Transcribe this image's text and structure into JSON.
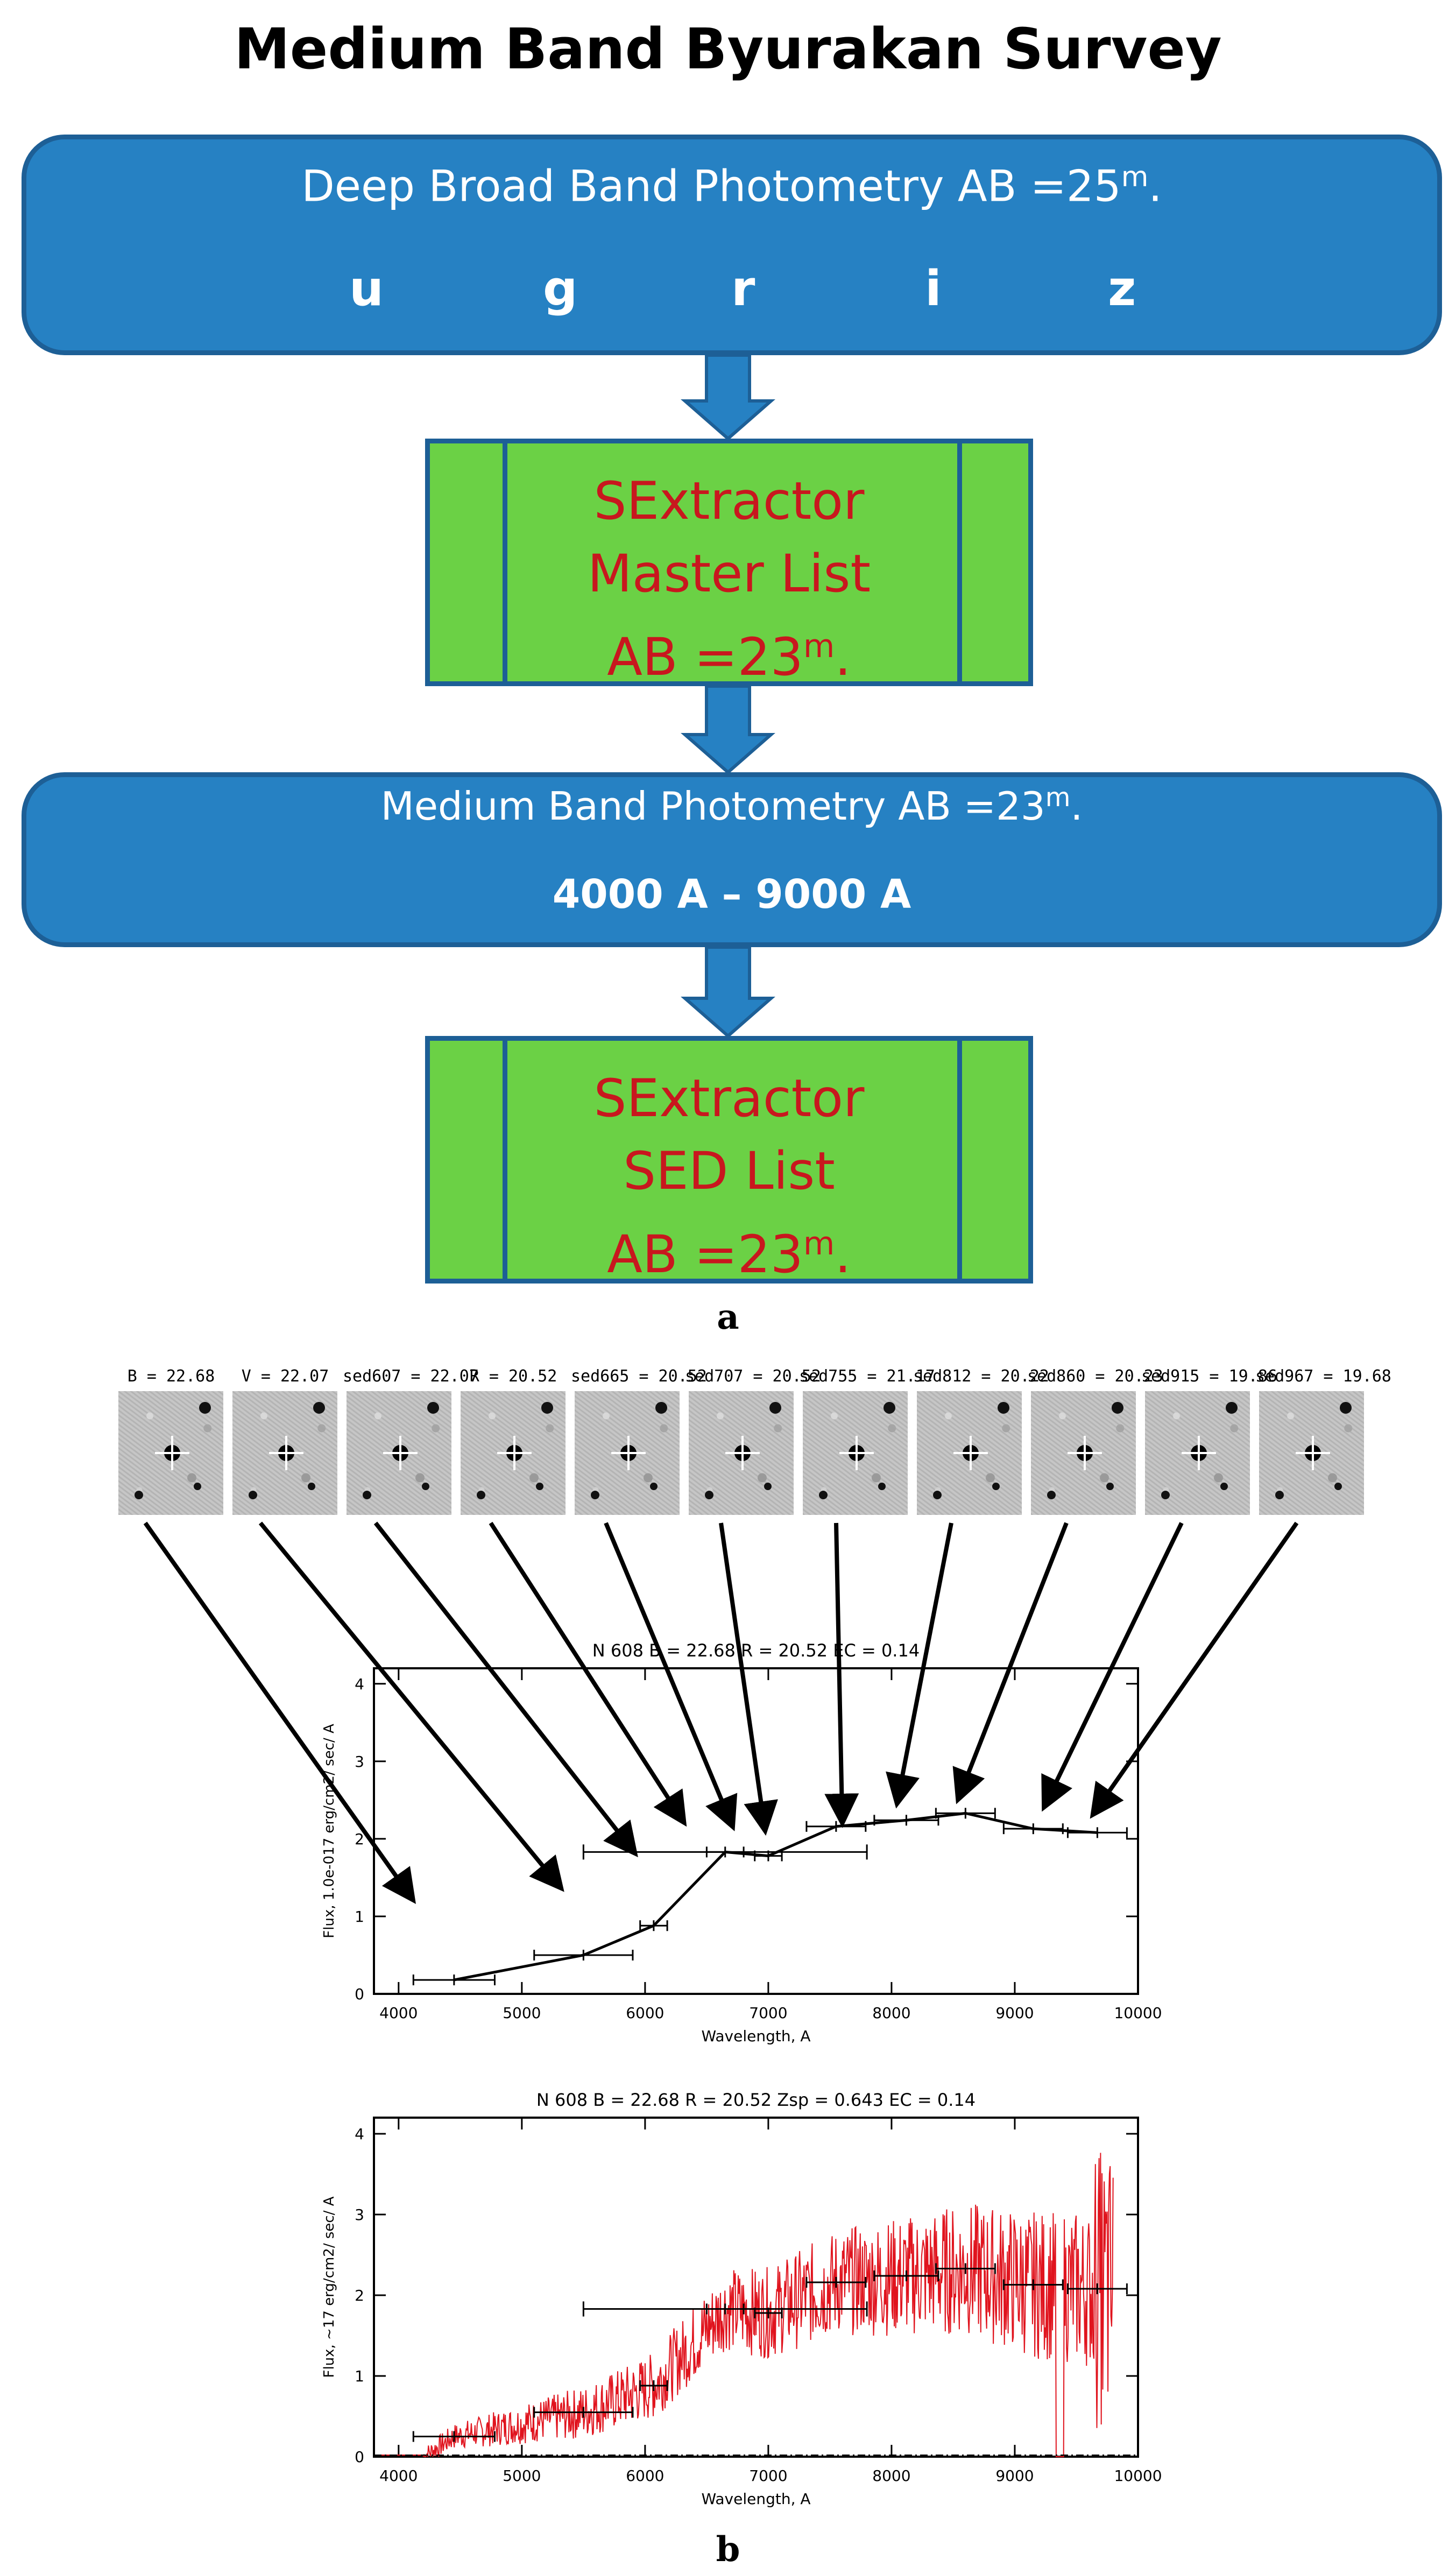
{
  "title": "Medium Band Byurakan Survey",
  "box1": {
    "text": "Deep Broad Band Photometry AB =25",
    "sup": "m",
    "end": ".",
    "bands": [
      "u",
      "g",
      "r",
      "i",
      "z"
    ]
  },
  "box2": {
    "line1": "SExtractor",
    "line2": "Master List",
    "line3": "AB =23",
    "sup": "m",
    "end": "."
  },
  "box3": {
    "text": "Medium Band Photometry AB =23",
    "sup": "m",
    "end": ".",
    "range": "4000 A – 9000 A"
  },
  "box4": {
    "line1": "SExtractor",
    "line2": "SED List",
    "line3": "AB =23",
    "sup": "m",
    "end": "."
  },
  "label_a": "a",
  "label_b": "b",
  "thumbnails": [
    "B = 22.68",
    "V = 22.07",
    "sed607 = 22.07",
    "R = 20.52",
    "sed665 = 20.52",
    "sed707 = 20.52",
    "sed755 = 21.17",
    "sed812 = 20.22",
    "sed860 = 20.23",
    "sed915 = 19.86",
    "sed967 = 19.68"
  ],
  "colors": {
    "box_blue": "#2681c3",
    "box_border": "#1d5f96",
    "box_green": "#6bd145",
    "green_text": "#c8171e",
    "spectrum": "#e0141e"
  },
  "chart_data": [
    {
      "type": "line",
      "title": "N 608 B = 22.68 R = 20.52 EC =  0.14",
      "xlabel": "Wavelength, A",
      "ylabel": "Flux, 1.0e-017 erg/cm2/ sec/ A",
      "xlim": [
        3800,
        10000
      ],
      "ylim": [
        0,
        4.2
      ],
      "xticks": [
        4000,
        5000,
        6000,
        7000,
        8000,
        9000,
        10000
      ],
      "yticks": [
        0,
        1,
        2,
        3,
        4
      ],
      "series": [
        {
          "x": [
            4450,
            5500,
            6070,
            6650,
            7000,
            7550,
            8120,
            8600,
            9150,
            9670
          ],
          "y": [
            0.18,
            0.5,
            0.88,
            1.83,
            1.78,
            2.16,
            2.24,
            2.33,
            2.13,
            2.08
          ],
          "xerr": [
            330,
            400,
            110,
            150,
            110,
            240,
            260,
            240,
            240,
            240
          ]
        }
      ],
      "extra_errorbar": {
        "x": 6650,
        "y": 1.83,
        "xerr": 1150
      }
    },
    {
      "type": "line",
      "title": "N 608   B = 22.68   R = 20.52   Zsp = 0.643   EC =  0.14",
      "xlabel": "Wavelength, A",
      "ylabel": "Flux, ~17 erg/cm2/ sec/ A",
      "xlim": [
        3800,
        10000
      ],
      "ylim": [
        0,
        4.2
      ],
      "xticks": [
        4000,
        5000,
        6000,
        7000,
        8000,
        9000,
        10000
      ],
      "yticks": [
        0,
        1,
        2,
        3,
        4
      ],
      "series": [
        {
          "x": [
            4450,
            5500,
            6070,
            6650,
            7000,
            7550,
            8120,
            8600,
            9150,
            9670
          ],
          "y": [
            0.25,
            0.55,
            0.88,
            1.83,
            1.78,
            2.16,
            2.24,
            2.33,
            2.13,
            2.08
          ],
          "xerr": [
            330,
            400,
            110,
            150,
            110,
            240,
            260,
            240,
            240,
            240
          ]
        }
      ],
      "extra_errorbar": {
        "x": 6650,
        "y": 1.83,
        "xerr": 1150
      }
    }
  ]
}
